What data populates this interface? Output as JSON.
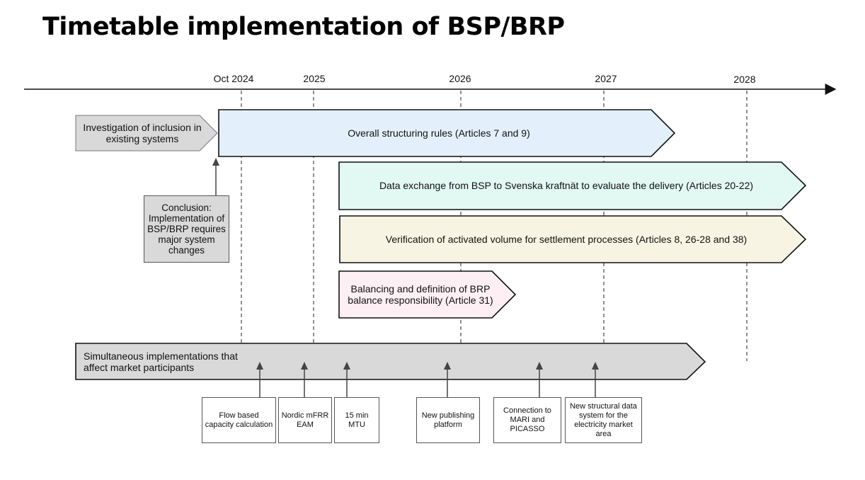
{
  "title": "Timetable implementation of BSP/BRP",
  "timeline": {
    "years": [
      "Oct 2024",
      "2025",
      "2026",
      "2027",
      "2028"
    ]
  },
  "phases": {
    "investigation": "Investigation of inclusion in existing systems",
    "structuring": "Overall structuring rules (Articles 7 and 9)",
    "data_exchange": "Data exchange from BSP to Svenska kraftnät to evaluate the delivery (Articles 20-22)",
    "verification": "Verification of activated volume for settlement processes (Articles 8, 26-28 and 38)",
    "balancing": "Balancing and definition of BRP balance responsibility (Article 31)",
    "simultaneous": "Simultaneous implementations that affect market participants"
  },
  "conclusion": "Conclusion: Implementation of BSP/BRP requires major system changes",
  "implementations": [
    "Flow based capacity calculation",
    "Nordic mFRR EAM",
    "15 min MTU",
    "New publishing platform",
    "Connection to MARI and PICASSO",
    "New structural data system for the electricity market area"
  ],
  "colors": {
    "structuring": "#e3f0fb",
    "data_exchange": "#e2f8f2",
    "verification": "#f8f4e3",
    "balancing": "#fdeff4",
    "grey": "#d9d9d9"
  }
}
